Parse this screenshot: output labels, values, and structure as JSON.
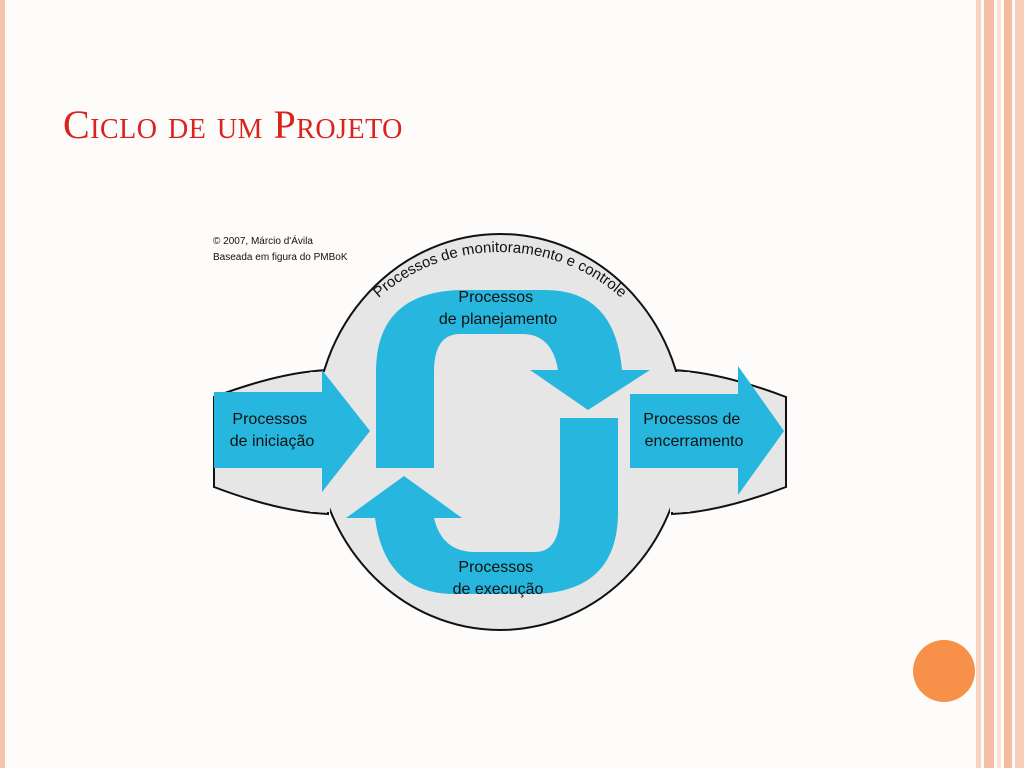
{
  "slide": {
    "title": "Ciclo de um Projeto"
  },
  "diagram": {
    "copyright_line1": "© 2007, Márcio d'Ávila",
    "copyright_line2": "Baseada em figura do PMBoK",
    "arc_label": "Processos de monitoramento e controle",
    "initiation": {
      "line1": "Processos",
      "line2": "de iniciação"
    },
    "planning": {
      "line1": "Processos",
      "line2": "de planejamento"
    },
    "execution": {
      "line1": "Processos",
      "line2": "de execução"
    },
    "closing": {
      "line1": "Processos de",
      "line2": "encerramento"
    },
    "colors": {
      "arrow_blue": "#27b6de",
      "ellipse_fill": "#e6e6e6",
      "outline": "#111111"
    }
  },
  "theme": {
    "title_color": "#d9231d",
    "accent_orange": "#f79048",
    "border_peach": "#f6c4ad"
  }
}
